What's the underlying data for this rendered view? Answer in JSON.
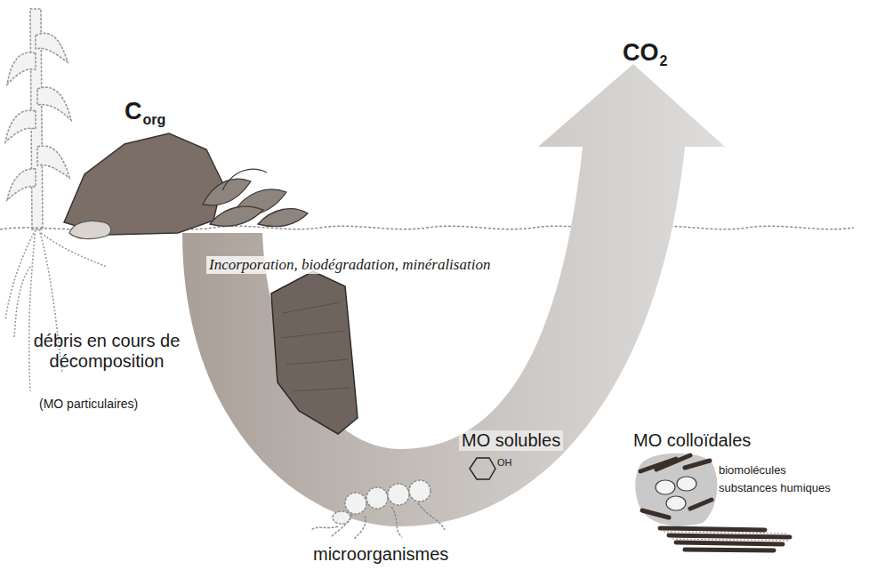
{
  "diagram": {
    "labels": [
      "C",
      "org",
      "CO",
      "2",
      "Incorporation, biodégradation, minéralisation",
      "débris en cours de décomposition",
      "(MO particulaires)",
      "MO solubles",
      "OH",
      "MO colloïdales",
      "biomolécules",
      "substances humiques",
      "microorganismes"
    ]
  }
}
